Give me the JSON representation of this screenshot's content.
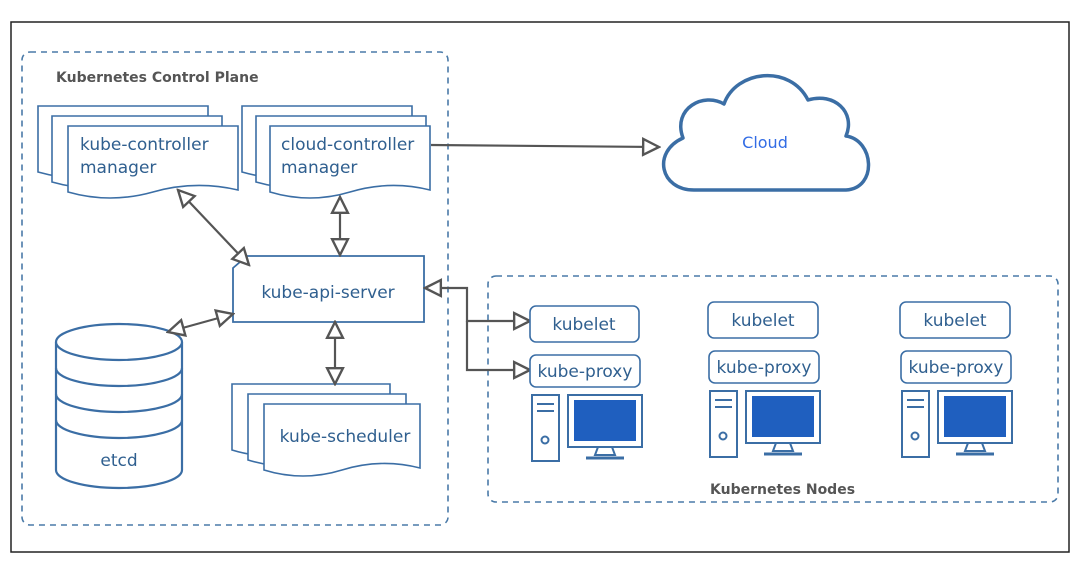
{
  "groups": {
    "control_plane": "Kubernetes Control Plane",
    "nodes": "Kubernetes Nodes"
  },
  "components": {
    "kcm_line1": "kube-controller",
    "kcm_line2": "manager",
    "ccm_line1": "cloud-controller",
    "ccm_line2": "manager",
    "api_server": "kube-api-server",
    "etcd": "etcd",
    "scheduler": "kube-scheduler",
    "cloud": "Cloud"
  },
  "nodes": [
    {
      "kubelet": "kubelet",
      "proxy": "kube-proxy"
    },
    {
      "kubelet": "kubelet",
      "proxy": "kube-proxy"
    },
    {
      "kubelet": "kubelet",
      "proxy": "kube-proxy"
    }
  ],
  "colors": {
    "stroke": "#3b6ea5",
    "fill_blue": "#1f5fbf",
    "frame": "#222222",
    "dashed": "#4a7aa8",
    "arrow": "#555555"
  }
}
